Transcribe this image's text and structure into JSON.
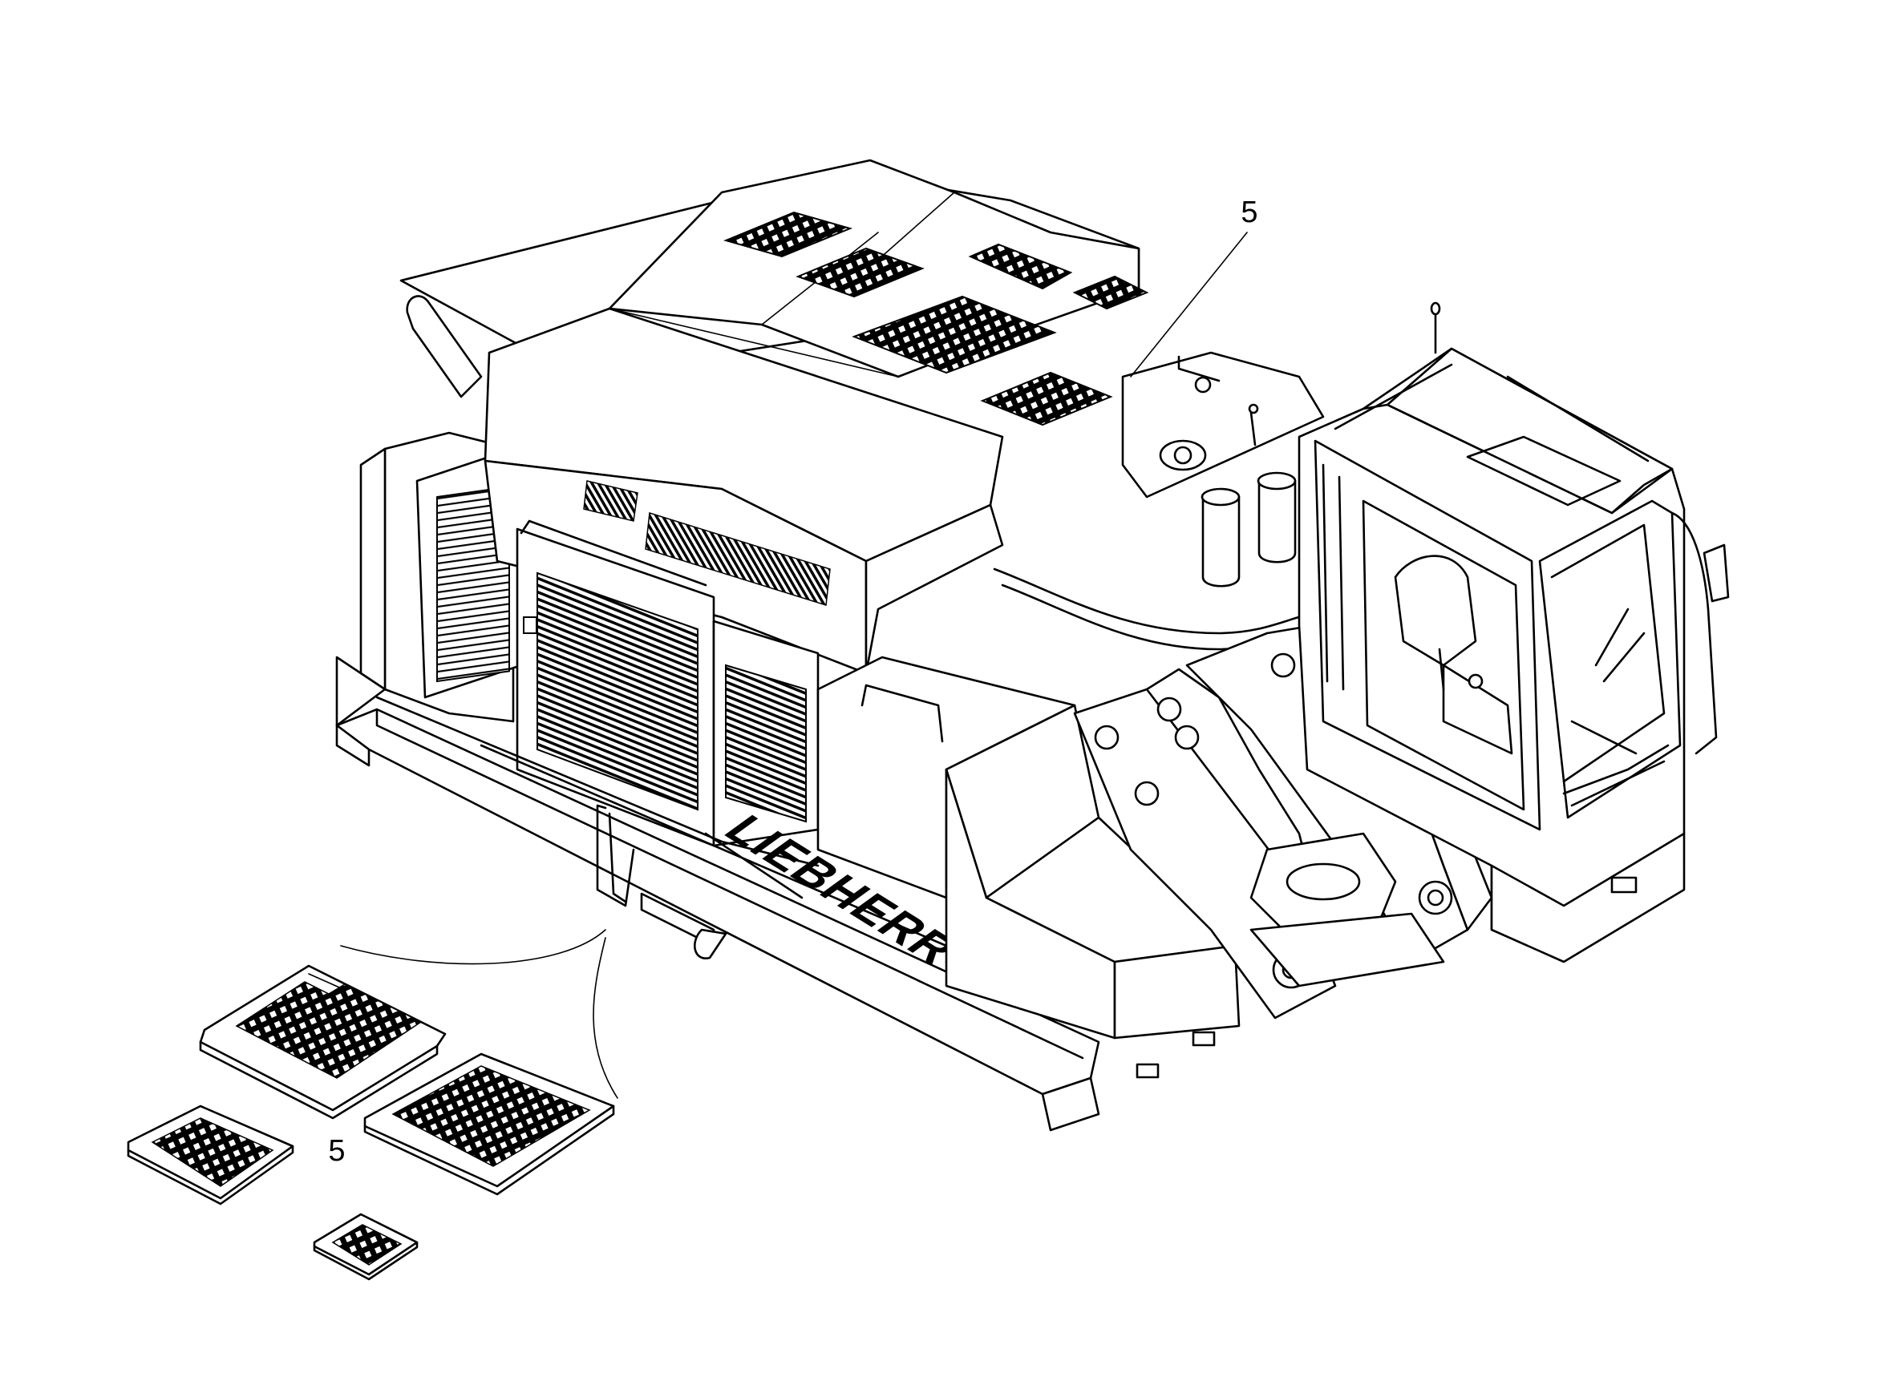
{
  "diagram": {
    "callouts": [
      {
        "id": "top",
        "label": "5"
      },
      {
        "id": "bottom",
        "label": "5"
      }
    ],
    "brand_text": "LIEBHERR",
    "colors": {
      "line": "#000000",
      "background": "#ffffff"
    }
  }
}
